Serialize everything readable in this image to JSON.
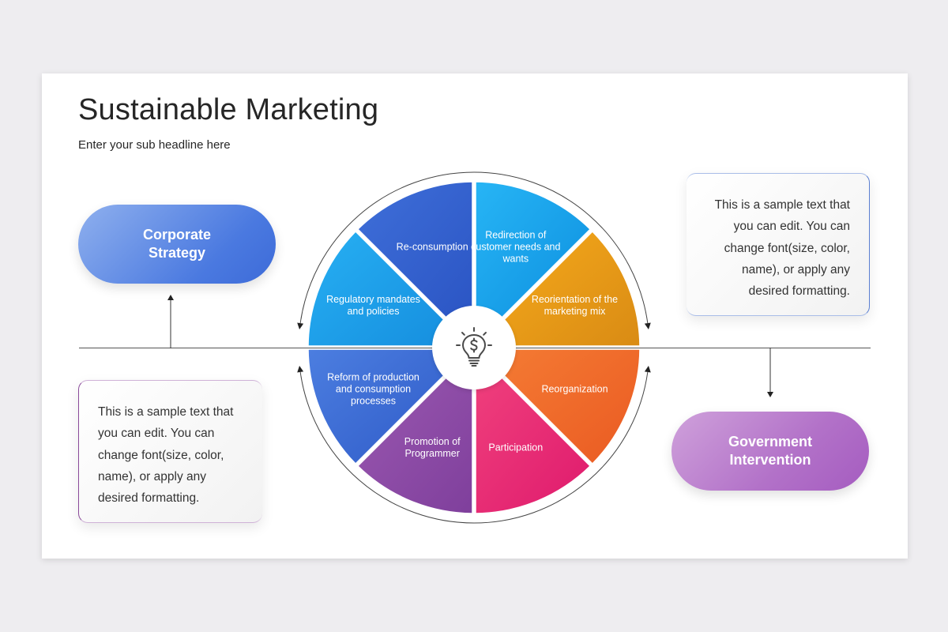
{
  "title": "Sustainable Marketing",
  "subtitle": "Enter your sub headline here",
  "pills": {
    "corporate": "Corporate Strategy",
    "government": "Government Intervention"
  },
  "textboxes": {
    "right": "This is a sample text that you can edit. You can change font(size, color, name), or apply any desired formatting.",
    "left": "This is a sample text that you can edit. You can change font(size, color, name), or apply any desired formatting."
  },
  "wheel": {
    "center_icon": "lightbulb-dollar-icon",
    "segments": [
      {
        "label": "Redirection of customer needs and wants",
        "color": "#1aa3ea"
      },
      {
        "label": "Reorientation of the marketing mix",
        "color": "#f0a21c"
      },
      {
        "label": "Reorganization",
        "color": "#f26a2c"
      },
      {
        "label": "Participation",
        "color": "#ea2c79"
      },
      {
        "label": "Promotion of Programmer",
        "color": "#8e4da6"
      },
      {
        "label": "Reform of production and consumption processes",
        "color": "#3d6bd8"
      },
      {
        "label": "Regulatory mandates and policies",
        "color": "#1e9ee8"
      },
      {
        "label": "Re-consumption",
        "color": "#3563d2"
      }
    ]
  }
}
